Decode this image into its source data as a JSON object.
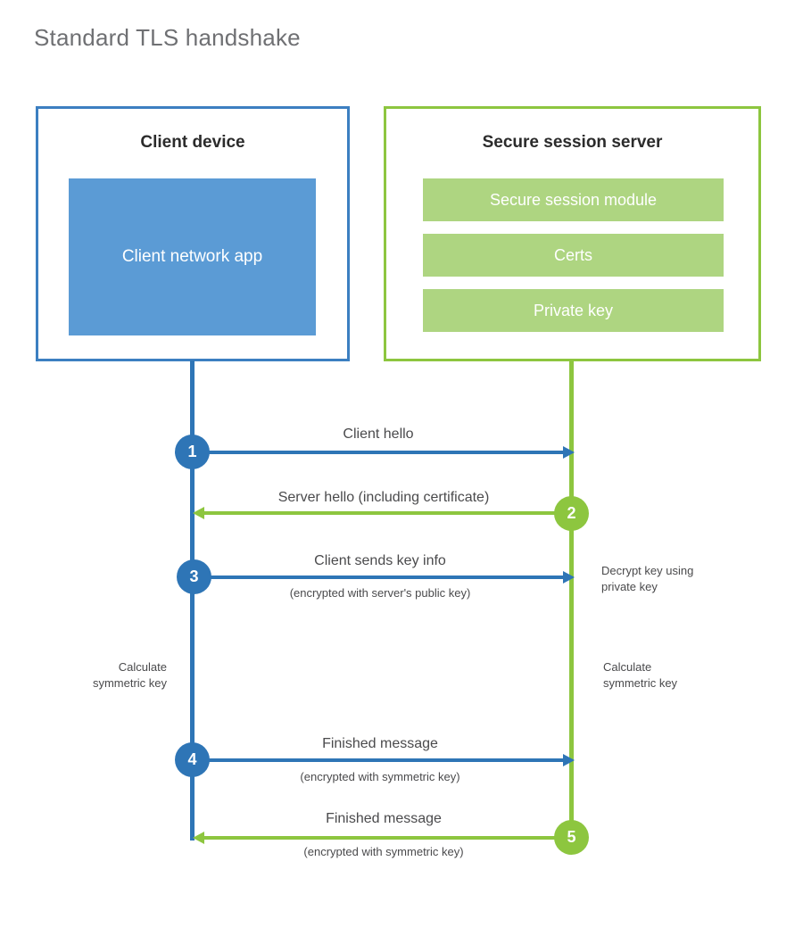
{
  "title": "Standard TLS handshake",
  "colors": {
    "client_border": "#3c7fc1",
    "client_line": "#2e75b6",
    "client_app_fill": "#5b9bd5",
    "server_border": "#8dc63f",
    "server_line": "#8dc63f",
    "server_bar_fill": "#aed581",
    "text": "#4a4a4c",
    "title_text": "#6f7073"
  },
  "client": {
    "title": "Client device",
    "app_label": "Client network app"
  },
  "server": {
    "title": "Secure session server",
    "bars": [
      {
        "label": "Secure session module"
      },
      {
        "label": "Certs"
      },
      {
        "label": "Private key"
      }
    ]
  },
  "steps": [
    {
      "number": "1",
      "label": "Client hello",
      "sublabel": "",
      "direction": "client-to-server",
      "color": "blue"
    },
    {
      "number": "2",
      "label": "Server hello (including certificate)",
      "sublabel": "",
      "direction": "server-to-client",
      "color": "green"
    },
    {
      "number": "3",
      "label": "Client sends key info",
      "sublabel": "(encrypted with server's public key)",
      "direction": "client-to-server",
      "color": "blue"
    },
    {
      "number": "4",
      "label": "Finished message",
      "sublabel": "(encrypted with symmetric key)",
      "direction": "client-to-server",
      "color": "blue"
    },
    {
      "number": "5",
      "label": "Finished message",
      "sublabel": "(encrypted with symmetric key)",
      "direction": "server-to-client",
      "color": "green"
    }
  ],
  "notes": {
    "decrypt_key": "Decrypt key using\nprivate key",
    "client_calculate": "Calculate\nsymmetric key",
    "server_calculate": "Calculate\nsymmetric key"
  }
}
